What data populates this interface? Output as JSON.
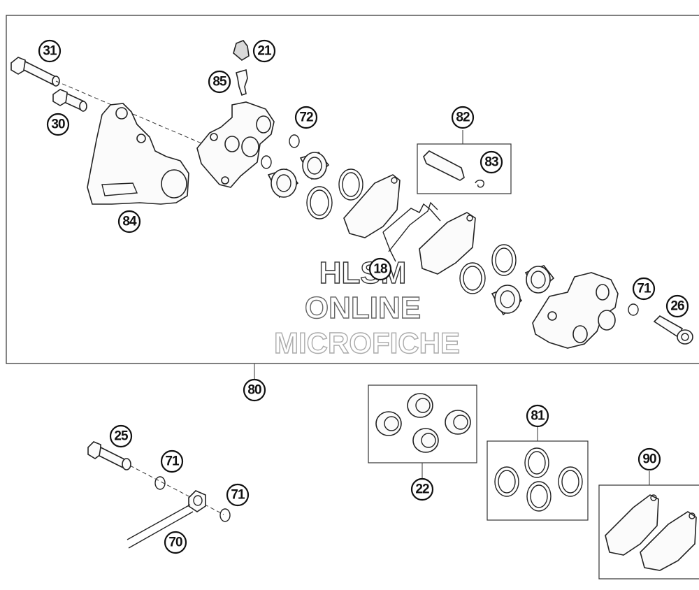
{
  "callouts": {
    "c31": "31",
    "c21": "21",
    "c85": "85",
    "c30": "30",
    "c72": "72",
    "c82": "82",
    "c83": "83",
    "c84": "84",
    "c18": "18",
    "c71a": "71",
    "c26": "26",
    "c80": "80",
    "c25": "25",
    "c71b": "71",
    "c71c": "71",
    "c70": "70",
    "c22": "22",
    "c81": "81",
    "c90": "90"
  },
  "watermark": {
    "line1": "HLSM",
    "line2": "ONLINE",
    "line3": "MICROFICHE"
  },
  "colors": {
    "line": "#222222",
    "background": "#ffffff",
    "watermark_outline": "#888888"
  }
}
